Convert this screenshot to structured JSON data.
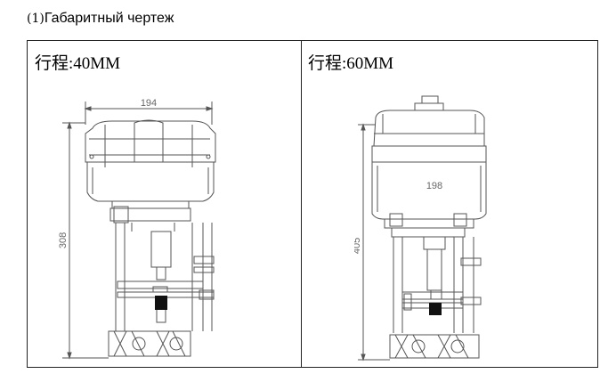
{
  "heading": {
    "number": "(1)",
    "text": "Габаритный чертеж"
  },
  "cells": [
    {
      "title": "行程:40MM",
      "width_dim": "194",
      "height_dim": "308"
    },
    {
      "title": "行程:60MM",
      "width_dim": "198",
      "height_dim": "405"
    }
  ]
}
